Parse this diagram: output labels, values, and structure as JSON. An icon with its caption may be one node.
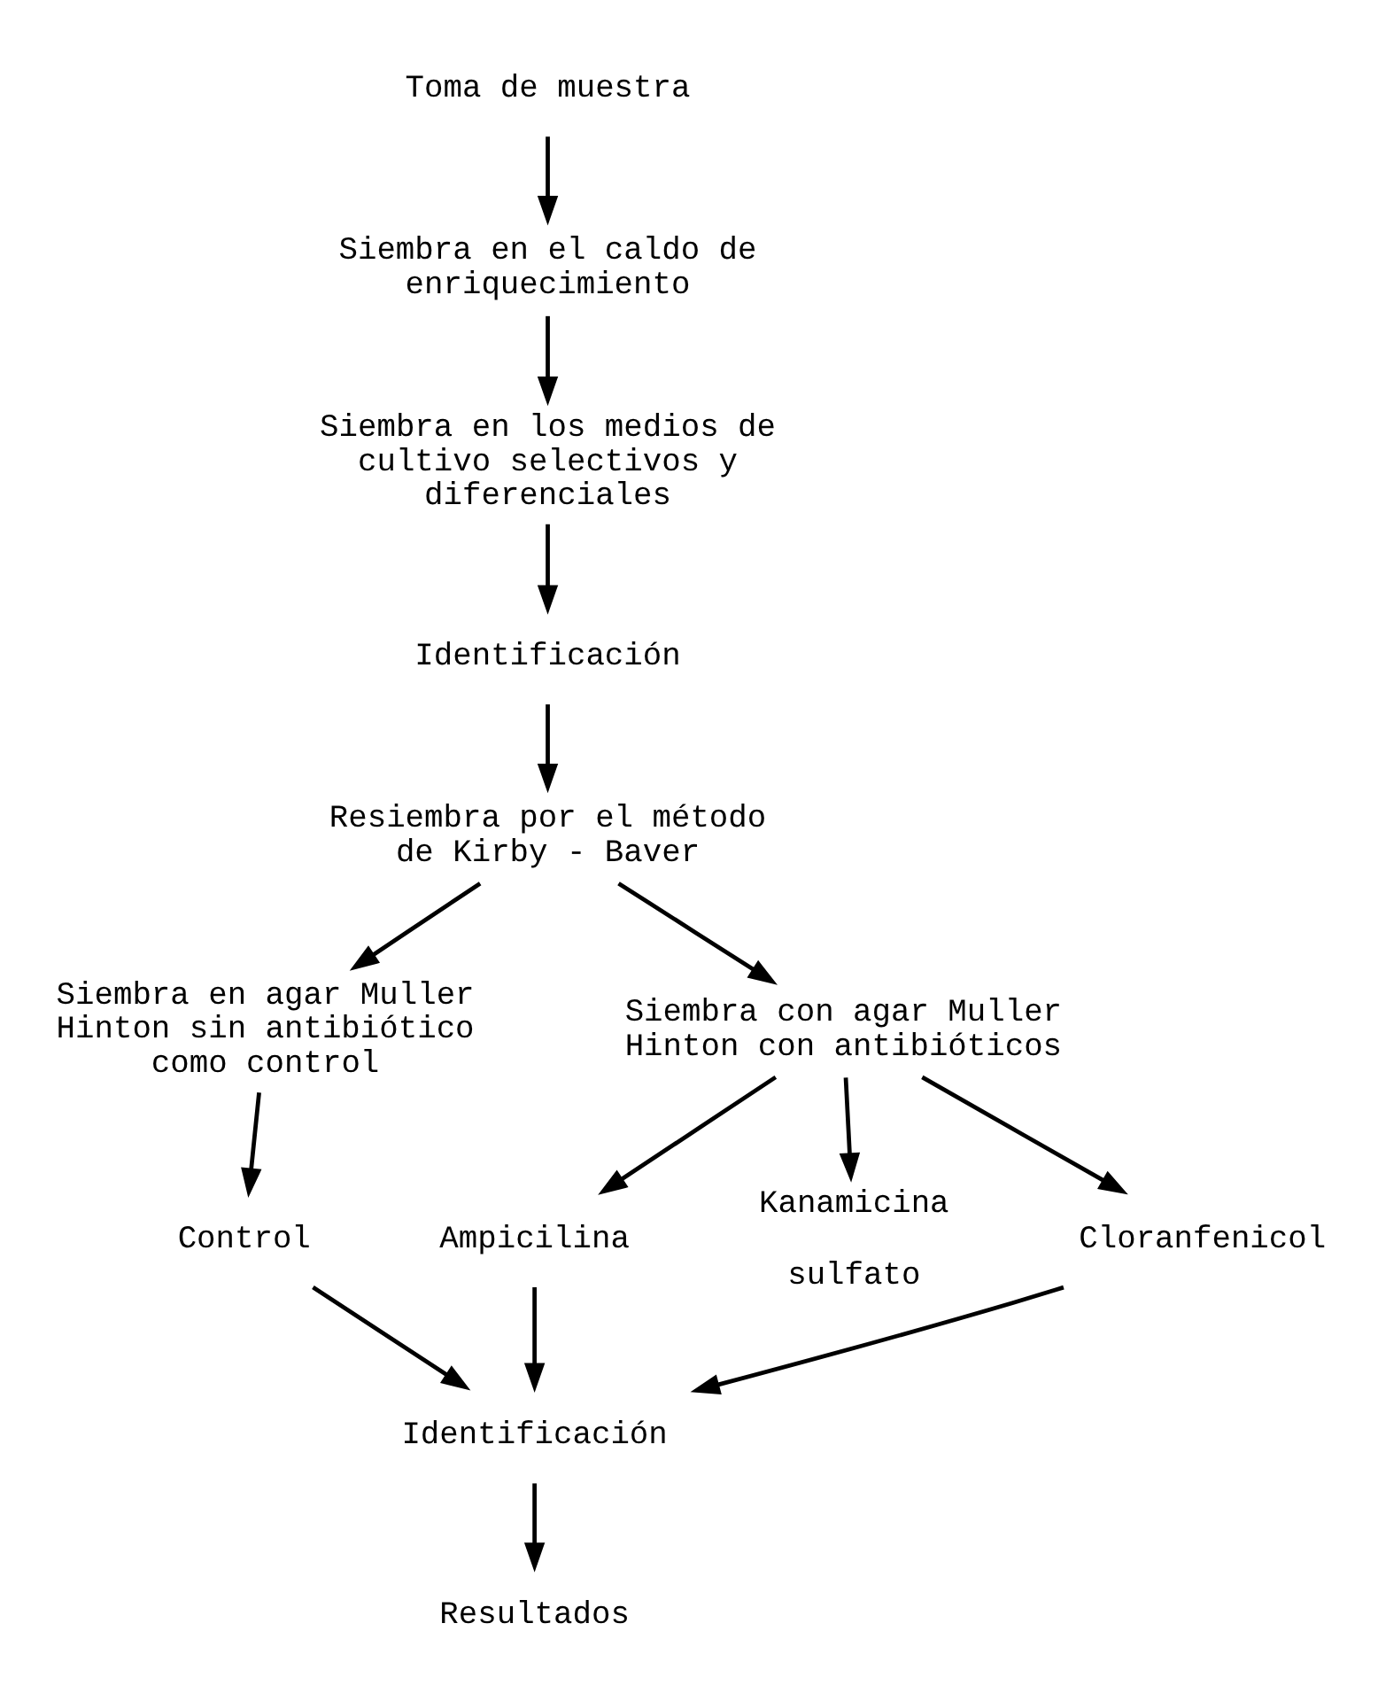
{
  "diagram": {
    "nodes": [
      {
        "text": [
          "Toma de muestra"
        ]
      },
      {
        "text": [
          "Siembra en el caldo de enriquecimiento"
        ]
      },
      {
        "text": [
          "Siembra en los medios de cultivo selectivos y diferenciales"
        ]
      },
      {
        "text": [
          "Identificación"
        ]
      },
      {
        "text": [
          "Resiembra por el método de Kirby - Baver"
        ]
      },
      {
        "text": [
          "Siembra en agar Muller Hinton sin antibiótico como control"
        ]
      },
      {
        "text": [
          "Siembra con agar Muller Hinton con antibióticos"
        ]
      },
      {
        "text": [
          "Control"
        ]
      },
      {
        "text": [
          "Ampicilina"
        ]
      },
      {
        "text": [
          "Kanamicina"
        ],
        "beside": [
          "sulfato"
        ]
      },
      {
        "text": [
          "Cloranfenicol"
        ]
      },
      {
        "text": [
          "Identificación"
        ]
      },
      {
        "text": [
          "Resultados"
        ]
      }
    ],
    "edges": [
      {
        "from": 0,
        "to": 1,
        "arrow": "to"
      },
      {
        "from": 1,
        "to": 2,
        "arrow": "to"
      },
      {
        "from": 2,
        "to": 3,
        "arrow": "to"
      },
      {
        "from": 3,
        "to": 4,
        "arrow": "to"
      },
      {
        "from": 4,
        "to": 5,
        "arrow": "to"
      },
      {
        "from": 4,
        "to": 6,
        "arrow": "to"
      },
      {
        "from": 5,
        "to": 7,
        "arrow": "to"
      },
      {
        "from": 6,
        "to": 8,
        "arrow": "to"
      },
      {
        "from": 6,
        "to": 9,
        "arrow": "to"
      },
      {
        "from": 6,
        "to": 10,
        "arrow": "to"
      },
      {
        "from": 7,
        "to": 11,
        "arrow": "to"
      },
      {
        "from": 8,
        "to": 11,
        "arrow": "to"
      },
      {
        "from": 10,
        "to": 11,
        "arrow": "to"
      },
      {
        "from": 11,
        "to": 12,
        "arrow": "to"
      }
    ]
  }
}
